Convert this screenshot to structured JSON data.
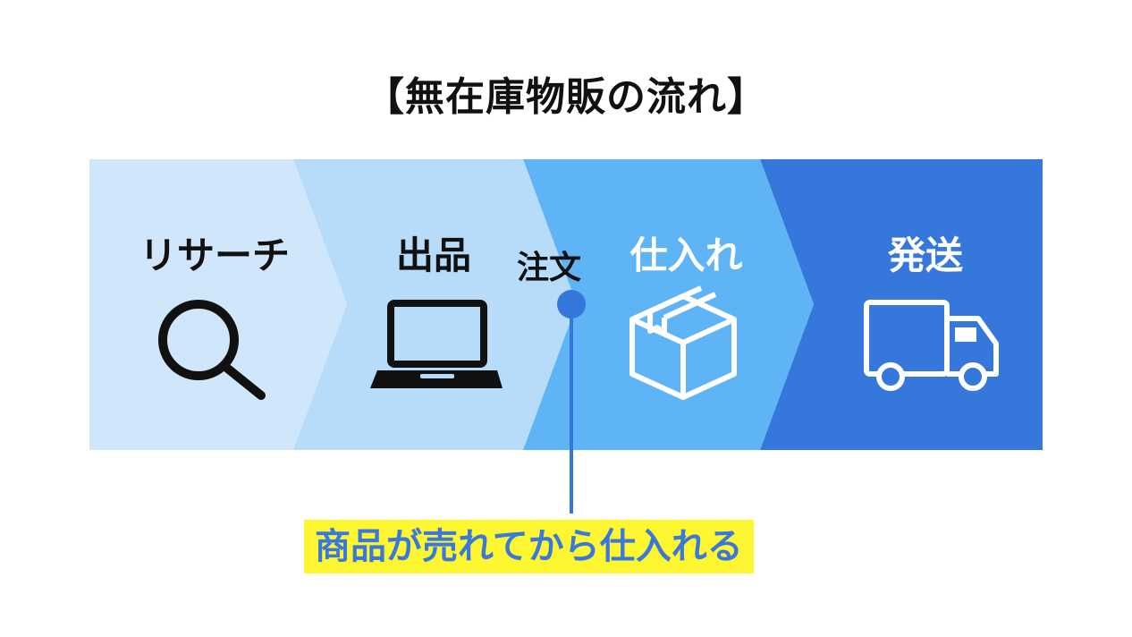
{
  "title": "【無在庫物販の流れ】",
  "steps": [
    {
      "label": "リサーチ",
      "icon": "search-icon",
      "color": "#cfe6fb"
    },
    {
      "label": "出品",
      "icon": "laptop-icon",
      "color": "#b6dcfa"
    },
    {
      "label": "仕入れ",
      "icon": "box-icon",
      "color": "#5fb4f6"
    },
    {
      "label": "発送",
      "icon": "truck-icon",
      "color": "#3577da"
    }
  ],
  "marker": {
    "label": "注文",
    "color": "#3577da"
  },
  "note": {
    "text": "商品が売れてから仕入れる",
    "text_color": "#3a78db",
    "highlight_color": "#fff632"
  }
}
